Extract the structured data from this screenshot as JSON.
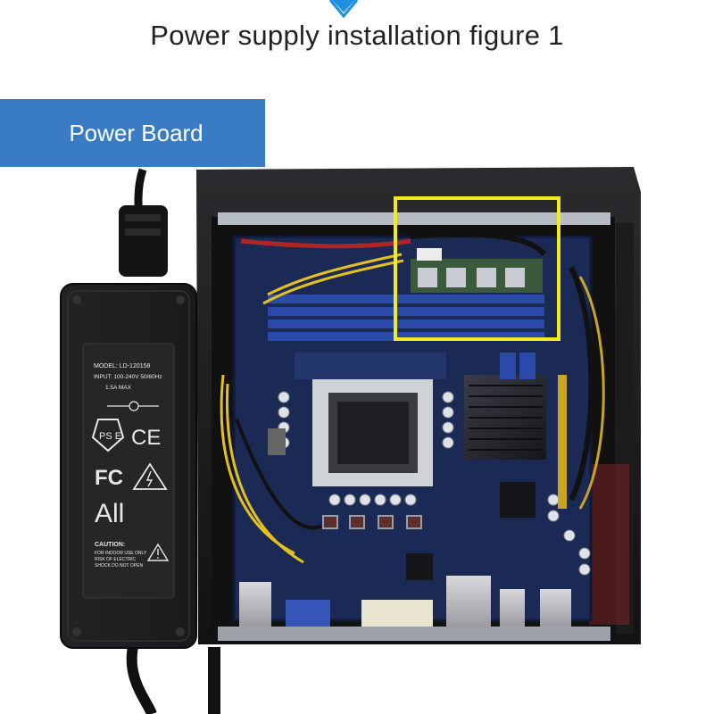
{
  "header": {
    "arrow_color": "#1f8fe0",
    "title": "Power supply installation figure 1"
  },
  "badge": {
    "label": "Power Board",
    "color": "#3a7cc4"
  },
  "adapter": {
    "model_line": "MODEL: LD-120158",
    "input_line": "INPUT: 100-240V 50/60Hz",
    "current_line": "1.5A MAX",
    "ps_mark": "PS E",
    "ce_mark": "CE",
    "fc_mark": "FC",
    "brand": "All",
    "caution_title": "CAUTION:",
    "caution_text": [
      "FOR INDOOR USE ONLY",
      "RISK OF ELECTRIC",
      "SHOCK DO NOT OPEN"
    ]
  },
  "highlight": {
    "color": "#f2ea1c"
  }
}
